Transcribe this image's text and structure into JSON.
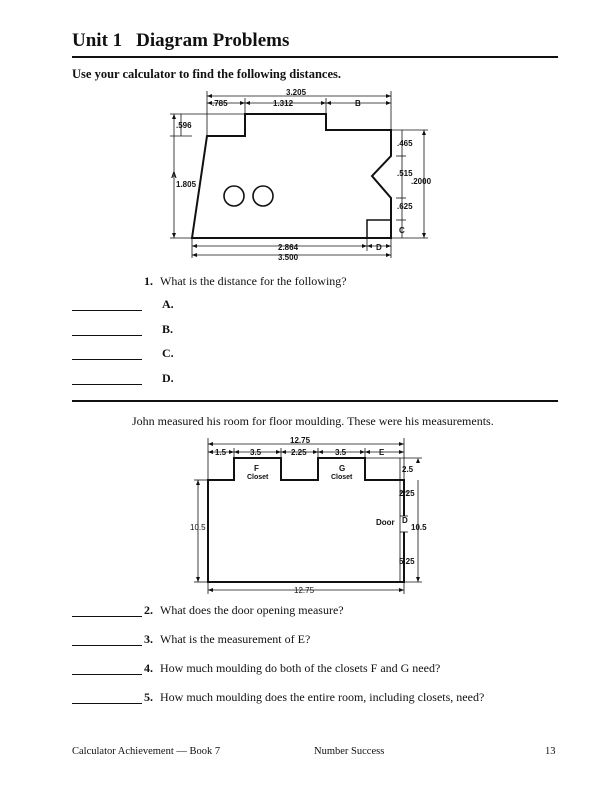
{
  "header": {
    "unit": "Unit 1",
    "title": "Diagram Problems"
  },
  "instructions": "Use your calculator to find the following distances.",
  "diagram1": {
    "dims": {
      "top_total": "3.205",
      "left_step": ".785",
      "middle_step": "1.312",
      "right_label": "B",
      "left_small": ".596",
      "left_label": "A",
      "left_height": "1.805",
      "notch_top": ".465",
      "notch": ".515",
      "right_height": ".2000",
      "lower_right": ".625",
      "corner_label": "C",
      "bottom_partial": "2.864",
      "bottom_label": "D",
      "bottom_total": "3.500"
    }
  },
  "question1": {
    "number": "1.",
    "text": "What is the distance for the following?",
    "parts": [
      "A.",
      "B.",
      "C.",
      "D."
    ]
  },
  "story": "John measured his room for floor moulding. These were his measurements.",
  "diagram2": {
    "dims": {
      "top_total": "12.75",
      "seg1": "1.5",
      "seg2": "3.5",
      "seg3": "2.25",
      "seg4": "3.5",
      "seg5": "E",
      "closet_f_letter": "F",
      "closet_g_letter": "G",
      "closet_word": "Closet",
      "closet_depth": "2.5",
      "right_upper": "2.25",
      "door_label": "Door",
      "door_letter": "D",
      "right_lower": "5.25",
      "left_height": "10.5",
      "right_height": "10.5",
      "bottom_width": "12.75"
    }
  },
  "questions": [
    {
      "number": "2.",
      "text": "What does the door opening measure?"
    },
    {
      "number": "3.",
      "text": "What is the measurement of E?"
    },
    {
      "number": "4.",
      "text": "How much moulding do both of the closets F and G need?"
    },
    {
      "number": "5.",
      "text": "How much moulding does the entire room, including closets, need?"
    }
  ],
  "footer": {
    "left": "Calculator Achievement — Book 7",
    "center": "Number Success",
    "page": "13"
  }
}
